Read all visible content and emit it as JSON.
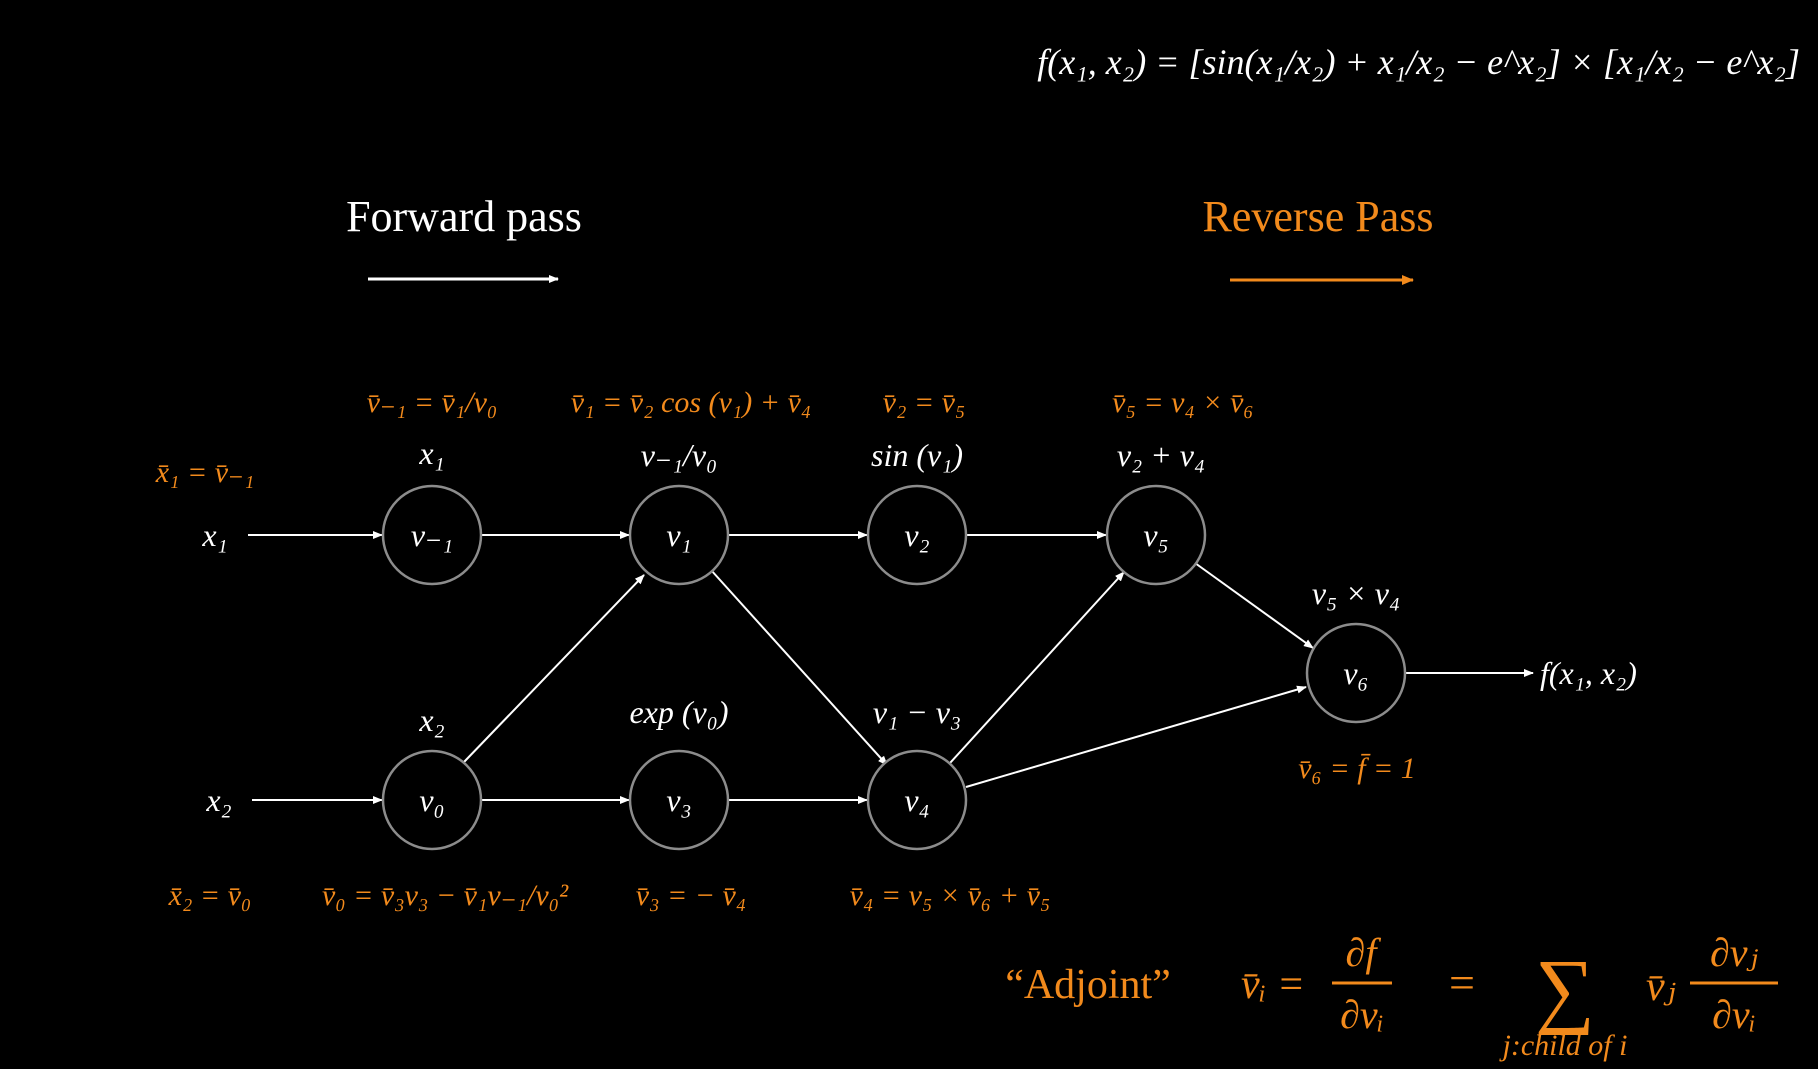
{
  "colors": {
    "background": "#000000",
    "forward": "#ffffff",
    "reverse": "#f28a1c",
    "node_stroke": "#8c8c8c"
  },
  "formula": "f(x₁, x₂) = [sin(x₁/x₂) + x₁/x₂ − e^x₂] × [x₁/x₂ − e^x₂]",
  "forward_title": "Forward pass",
  "reverse_title": "Reverse Pass",
  "nodes": [
    {
      "id": "vm1",
      "label": "v₋₁",
      "op": "x₁",
      "adjoint": "v̄₋₁ = v̄₁/v₀"
    },
    {
      "id": "v0",
      "label": "v₀",
      "op": "x₂",
      "adjoint": "v̄₀ = v̄₃v₃ − v̄₁v₋₁/v₀²"
    },
    {
      "id": "v1",
      "label": "v₁",
      "op": "v₋₁/v₀",
      "adjoint": "v̄₁ = v̄₂ cos (v₁) + v̄₄"
    },
    {
      "id": "v2",
      "label": "v₂",
      "op": "sin (v₁)",
      "adjoint": "v̄₂ = v̄₅"
    },
    {
      "id": "v3",
      "label": "v₃",
      "op": "exp (v₀)",
      "adjoint": "v̄₃ = − v̄₄"
    },
    {
      "id": "v4",
      "label": "v₄",
      "op": "v₁ − v₃",
      "adjoint": "v̄₄ = v₅ × v̄₆ + v̄₅"
    },
    {
      "id": "v5",
      "label": "v₅",
      "op": "v₂ + v₄",
      "adjoint": "v̄₅ = v₄ × v̄₆"
    },
    {
      "id": "v6",
      "label": "v₆",
      "op": "v₅ × v₄",
      "adjoint": "v̄₆ = f̄ = 1"
    }
  ],
  "inputs": [
    {
      "label": "x₁",
      "adjoint": "x̄₁ = v̄₋₁"
    },
    {
      "label": "x₂",
      "adjoint": "x̄₂ = v̄₀"
    }
  ],
  "output": "f(x₁, x₂)",
  "adjoint_def": {
    "word": "“Adjoint”",
    "lhs": "v̄ᵢ =",
    "frac_num": "∂f",
    "frac_den": "∂vᵢ",
    "eq": "=",
    "sum": "∑",
    "sum_sub": "j:child of i",
    "term_coef": "v̄ⱼ",
    "term_num": "∂vⱼ",
    "term_den": "∂vᵢ"
  }
}
